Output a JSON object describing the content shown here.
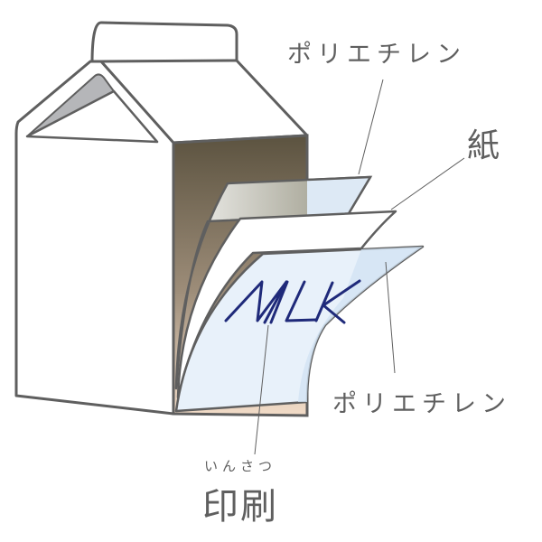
{
  "diagram": {
    "subject": "milk carton layer structure",
    "labels": {
      "polyethylene_outer": "ポリエチレン",
      "paper": "紙",
      "polyethylene_inner": "ポリエチレン",
      "print_ruby": "いんさつ",
      "print": "印刷"
    },
    "carton_print_text": "MILK",
    "colors": {
      "outline": "#5f5f5f",
      "carton_fill": "#ffffff",
      "roof_shadow": "#b5b6b9",
      "interior_top": "#5c5340",
      "interior_bottom": "#f2dcc8",
      "polyethylene_fill": "#dde9f5",
      "print_layer_fill": "#e8f1fa",
      "milk_text": "#1f2a7a",
      "label_text": "#5f5f5f"
    }
  }
}
